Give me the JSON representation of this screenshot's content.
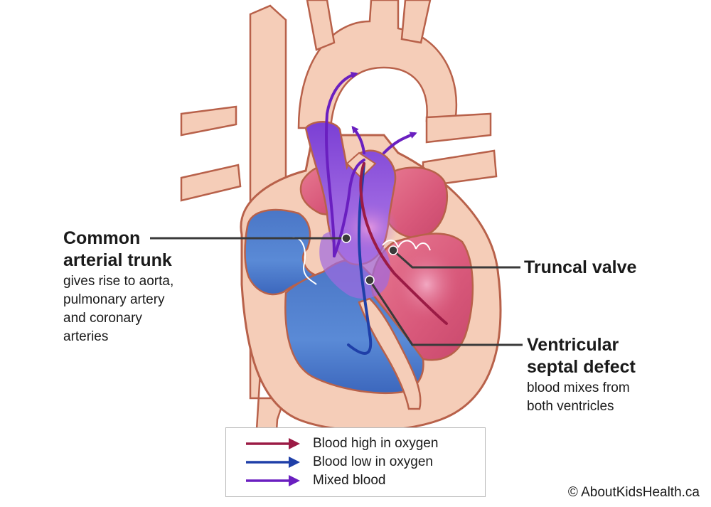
{
  "labels": {
    "trunk": {
      "title_1": "Common",
      "title_2": "arterial trunk",
      "sub_1": "gives rise to aorta,",
      "sub_2": "pulmonary artery",
      "sub_3": "and coronary",
      "sub_4": "arteries"
    },
    "valve": {
      "title": "Truncal valve"
    },
    "vsd": {
      "title_1": "Ventricular",
      "title_2": "septal defect",
      "sub_1": "blood mixes from",
      "sub_2": "both ventricles"
    }
  },
  "legend": [
    {
      "label": "Blood high in oxygen",
      "color": "#9b1b45"
    },
    {
      "label": "Blood low in oxygen",
      "color": "#1f3fa8"
    },
    {
      "label": "Mixed blood",
      "color": "#6a1fc0"
    }
  ],
  "credit": "© AboutKidsHealth.ca",
  "colors": {
    "tissue": "#f5cdb8",
    "tissue_outline": "#b8614a",
    "left_chamber": "#d8587a",
    "right_chamber": "#4b7bc8",
    "mixed_chamber": "#8a56d6",
    "leader_line": "#3a3a3a"
  }
}
